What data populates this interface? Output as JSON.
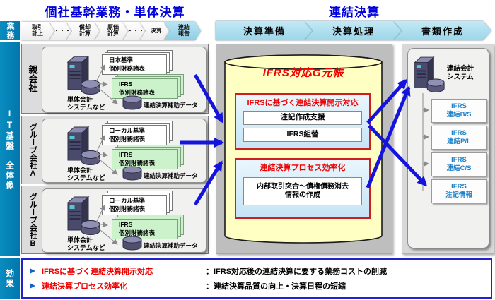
{
  "header": {
    "left_title": "個社基幹業務・単体決算",
    "right_title": "連結決算"
  },
  "sidebar": {
    "top": "業務",
    "middle": "IT基盤　全体像",
    "bottom": "効果"
  },
  "process_left": {
    "items": [
      {
        "label": "取引\n計上"
      },
      {
        "label": "・・・"
      },
      {
        "label": "償却\n計算"
      },
      {
        "label": "原価\n計算"
      },
      {
        "label": "・・・"
      },
      {
        "label": "決算"
      },
      {
        "label": "連結\n報告"
      }
    ]
  },
  "process_right": {
    "items": [
      {
        "label": "決算準備"
      },
      {
        "label": "決算処理"
      },
      {
        "label": "書類作成"
      }
    ]
  },
  "companies": [
    {
      "name": "親会社",
      "system_label": "単体会計\nシステムなど",
      "doc_local": "日本基準\n個別財務諸表",
      "doc_ifrs": "IFRS\n個別財務諸表",
      "db_label": "連結決算補助データ"
    },
    {
      "name": "グループ会社A",
      "system_label": "単体会計\nシステムなど",
      "doc_local": "ローカル基準\n個別財務諸表",
      "doc_ifrs": "IFRS\n個別財務諸表",
      "db_label": "連結決算補助データ"
    },
    {
      "name": "グループ会社B",
      "system_label": "単体会計\nシステムなど",
      "doc_local": "ローカル基準\n個別財務諸表",
      "doc_ifrs": "IFRS\n個別財務諸表",
      "db_label": "連結決算補助データ"
    }
  ],
  "ledger": {
    "title": "IFRS対応G元帳",
    "box1": {
      "title": "IFRSに基づく連結決算開示対応",
      "items": [
        "注記作成支援",
        "IFRS組替"
      ]
    },
    "box2": {
      "title": "連結決算プロセス効率化",
      "item": "内部取引突合～債権債務消去\n情報の作成"
    }
  },
  "right_panel": {
    "title": "連結会計\nシステム",
    "docs": [
      "IFRS\n連結B/S",
      "IFRS\n連結P/L",
      "IFRS\n連結C/S",
      "IFRS\n注記情報"
    ]
  },
  "effects": {
    "rows": [
      {
        "label": "IFRSに基づく連結決算開示対応",
        "desc": "：IFRS対応後の連結決算に要する業務コストの削減"
      },
      {
        "label": "連結決算プロセス効率化",
        "desc": "：連結決算品質の向上・決算日程の短縮"
      }
    ]
  },
  "colors": {
    "title_blue": "#0000DD",
    "arrow_blue": "#1414DC",
    "accent_red": "#EE0000",
    "sidebar_blue": "#0082B8",
    "cylinder_yellow": "#FFFFC4",
    "doc_green": "#CCF2CC",
    "chevron_blue": "#A6DCEC"
  },
  "icons": [
    "server-icon",
    "database-icon",
    "arrow-icon",
    "bullet-arrowhead-icon"
  ]
}
